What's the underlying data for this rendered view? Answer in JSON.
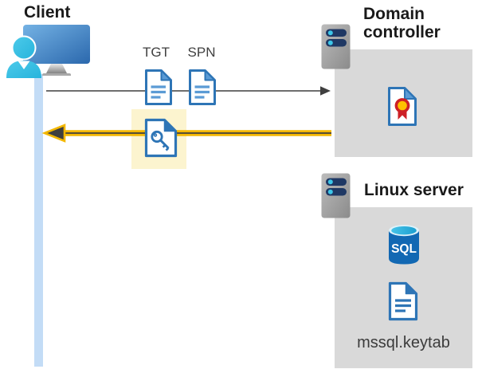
{
  "client": {
    "label": "Client"
  },
  "flow": {
    "tgt_label": "TGT",
    "spn_label": "SPN",
    "request_arrow": {
      "from": "Client",
      "to": "Domain controller",
      "style": "thin-gray",
      "direction": "right"
    },
    "response_arrow": {
      "from": "Domain controller",
      "to": "Client",
      "style": "highlighted-yellow",
      "direction": "left"
    }
  },
  "domain_controller": {
    "label": "Domain controller"
  },
  "linux_server": {
    "label": "Linux server",
    "sql_label": "SQL",
    "keytab_label": "mssql.keytab"
  },
  "colors": {
    "accent_yellow": "#f3b700",
    "highlight_yellow": "#fcf4cf",
    "doc_border_blue": "#2e75b6",
    "doc_line_blue": "#5b9bd5",
    "box_gray": "#d9d9d9",
    "arrow_gray": "#595959",
    "arrowhead_dark": "#3f3f3f",
    "sql_blue": "#1268b3",
    "person_cyan": "#3cc6e8",
    "server_pill_navy": "#1f3864",
    "certificate_red": "#cd2026",
    "certificate_gold": "#ffc000",
    "lifeline_blue": "#c3dcf6"
  }
}
